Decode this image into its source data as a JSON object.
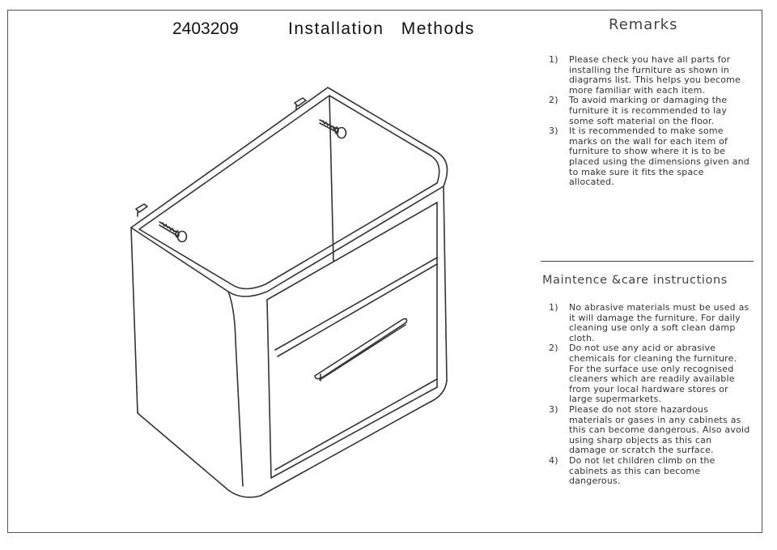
{
  "header": {
    "product_code": "2403209",
    "title": "Installation  Methods"
  },
  "remarks": {
    "heading": "Remarks",
    "items": [
      {
        "num": "1)",
        "text": "Please check you have all parts for installing the furniture as shown in diagrams list. This helps you become more familiar with each item."
      },
      {
        "num": "2)",
        "text": "To avoid marking or damaging the furniture it is recommended to lay some soft material on the floor."
      },
      {
        "num": "3)",
        "text": "It is recommended to make some marks on the wall for each item of furniture to show where it is to be placed using the dimensions given and to make sure it fits the space allocated."
      }
    ]
  },
  "maintenance": {
    "heading": "Maintence &care instructions",
    "items": [
      {
        "num": "1)",
        "text": "No abrasive materials must be used as it will damage the furniture. For daily cleaning use only a soft clean damp cloth."
      },
      {
        "num": "2)",
        "text": "Do not use any acid or abrasive chemicals for cleaning the furniture. For the surface use only recognised cleaners which are readily available from your local hardware stores or large supermarkets."
      },
      {
        "num": "3)",
        "text": "Please do not store hazardous materials or gases in any cabinets as this can become dangerous. Also avoid using sharp objects as this can damage or scratch the surface."
      },
      {
        "num": "4)",
        "text": "Do not let children climb on the cabinets as this can become dangerous."
      }
    ]
  },
  "diagram": {
    "subject": "wall-mounted vanity cabinet with drawer and handle, wall fixing screws and plugs",
    "line_color": "#333333"
  }
}
